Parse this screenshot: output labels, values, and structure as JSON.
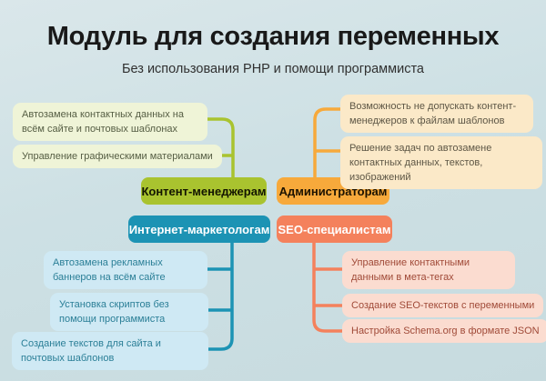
{
  "title": "Модуль для создания переменных",
  "subtitle": "Без использования PHP и помощи программиста",
  "colors": {
    "background": "#cde0e4",
    "content_managers_accent": "#a9c32f",
    "administrators_accent": "#f7a93b",
    "marketers_accent": "#1c93b4",
    "seo_accent": "#f4815c",
    "content_managers_leaf_bg": "#eff4d7",
    "administrators_leaf_bg": "#fbe9c8",
    "marketers_leaf_bg": "#cfe9f4",
    "seo_leaf_bg": "#fbdcd0"
  },
  "groups": [
    {
      "id": "content-managers",
      "label": "Контент-менеджерам",
      "accent": "#a9c32f",
      "items": [
        "Автозамена контактных данных на всём сайте и почтовых шаблонах",
        "Управление графическими материалами"
      ]
    },
    {
      "id": "administrators",
      "label": "Администраторам",
      "accent": "#f7a93b",
      "items": [
        "Возможность не допускать контент-менеджеров к файлам шаблонов",
        "Решение задач по автозамене контактных данных, текстов, изображений"
      ]
    },
    {
      "id": "internet-marketers",
      "label": "Интернет-маркетологам",
      "accent": "#1c93b4",
      "items": [
        "Автозамена рекламных баннеров на всём сайте",
        "Установка скриптов без помощи программиста",
        "Создание текстов для сайта и почтовых шаблонов"
      ]
    },
    {
      "id": "seo-specialists",
      "label": "SEO-специалистам",
      "accent": "#f4815c",
      "items": [
        "Управление контактными данными в мета-тегах",
        "Создание SEO-текстов с переменными",
        "Настройка Schema.org в формате JSON"
      ]
    }
  ]
}
